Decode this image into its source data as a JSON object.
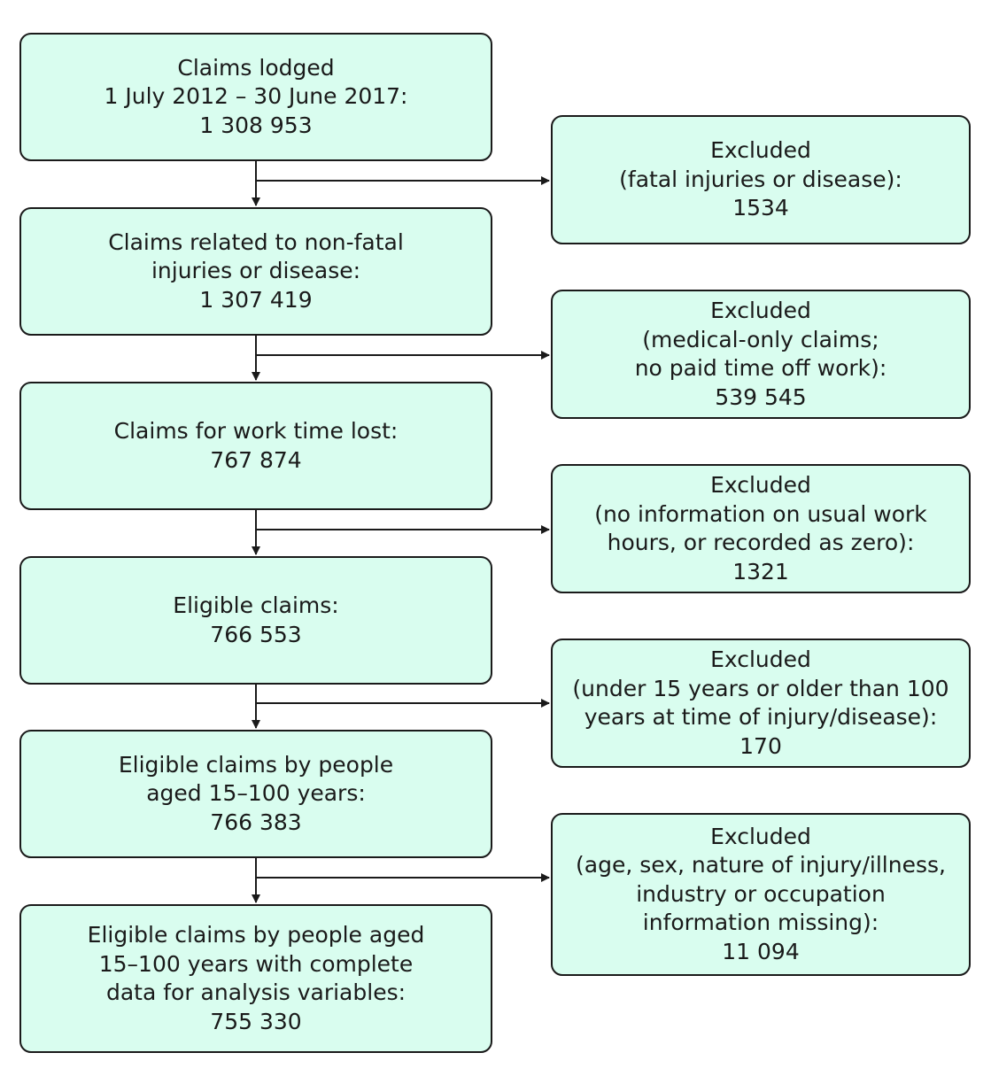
{
  "flow": {
    "steps": [
      {
        "lines": [
          "Claims lodged",
          "1 July 2012 – 30 June 2017:",
          "1 308 953"
        ]
      },
      {
        "lines": [
          "Claims related to non-fatal",
          "injuries or disease:",
          "1 307 419"
        ]
      },
      {
        "lines": [
          "Claims for work time lost:",
          "767 874"
        ]
      },
      {
        "lines": [
          "Eligible claims:",
          "766 553"
        ]
      },
      {
        "lines": [
          "Eligible claims by people",
          "aged 15–100 years:",
          "766 383"
        ]
      },
      {
        "lines": [
          "Eligible claims by people aged",
          "15–100 years with complete",
          "data for analysis variables:",
          "755 330"
        ]
      }
    ],
    "exclusions": [
      {
        "lines": [
          "Excluded",
          "(fatal injuries or disease):",
          "1534"
        ]
      },
      {
        "lines": [
          "Excluded",
          "(medical-only claims;",
          "no paid time off work):",
          "539 545"
        ]
      },
      {
        "lines": [
          "Excluded",
          "(no information on usual work",
          "hours, or recorded as zero):",
          "1321"
        ]
      },
      {
        "lines": [
          "Excluded",
          "(under 15 years or older than 100",
          "years at time of injury/disease):",
          "170"
        ]
      },
      {
        "lines": [
          "Excluded",
          "(age, sex, nature of injury/illness,",
          "industry or occupation",
          "information missing):",
          "11 094"
        ]
      }
    ]
  },
  "colors": {
    "box_fill": "#d9fdef",
    "stroke": "#1a1a1a"
  }
}
